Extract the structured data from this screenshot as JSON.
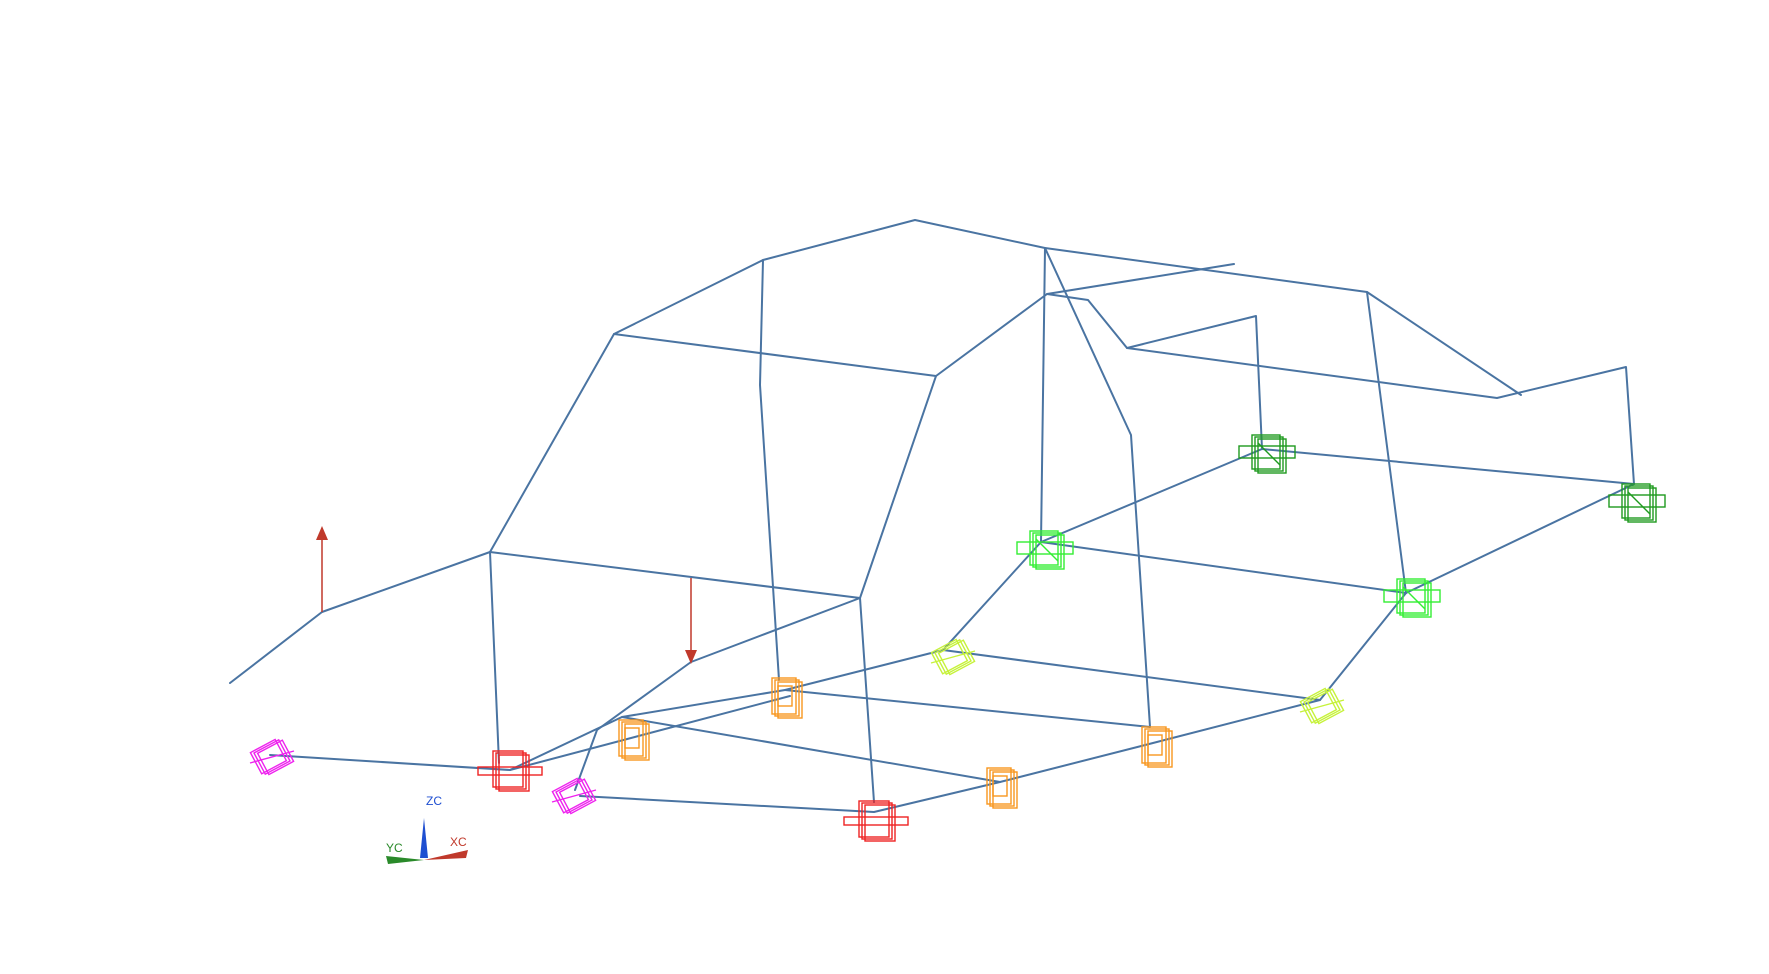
{
  "colors": {
    "background": "#ffffff",
    "beam": "#4a74a2",
    "force_arrow": "#c0392b"
  },
  "triad": {
    "z_label": "ZC",
    "y_label": "YC",
    "x_label": "XC",
    "z_color": "#1f4fd1",
    "y_color": "#2a8a2a",
    "x_color": "#c0392b"
  }
}
